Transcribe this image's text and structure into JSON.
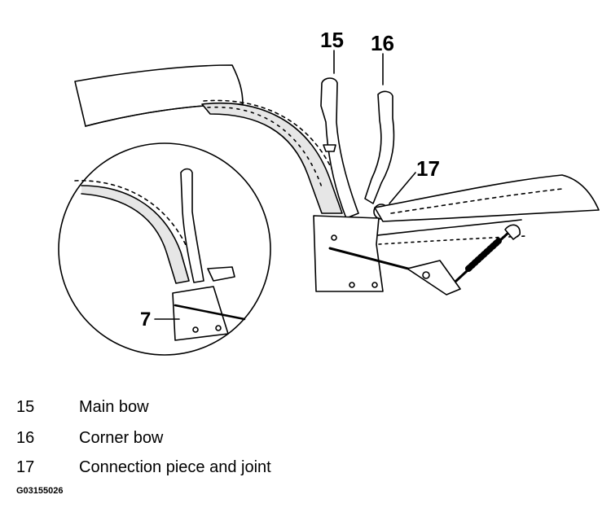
{
  "callouts": {
    "c15": "15",
    "c16": "16",
    "c17": "17",
    "c7": "7"
  },
  "legend": [
    {
      "number": "15",
      "text": "Main bow"
    },
    {
      "number": "16",
      "text": "Corner bow"
    },
    {
      "number": "17",
      "text": "Connection piece and joint"
    }
  ],
  "figure_code": "G03155026",
  "colors": {
    "line": "#000000",
    "shade": "#e6e6e6",
    "background": "#ffffff"
  }
}
